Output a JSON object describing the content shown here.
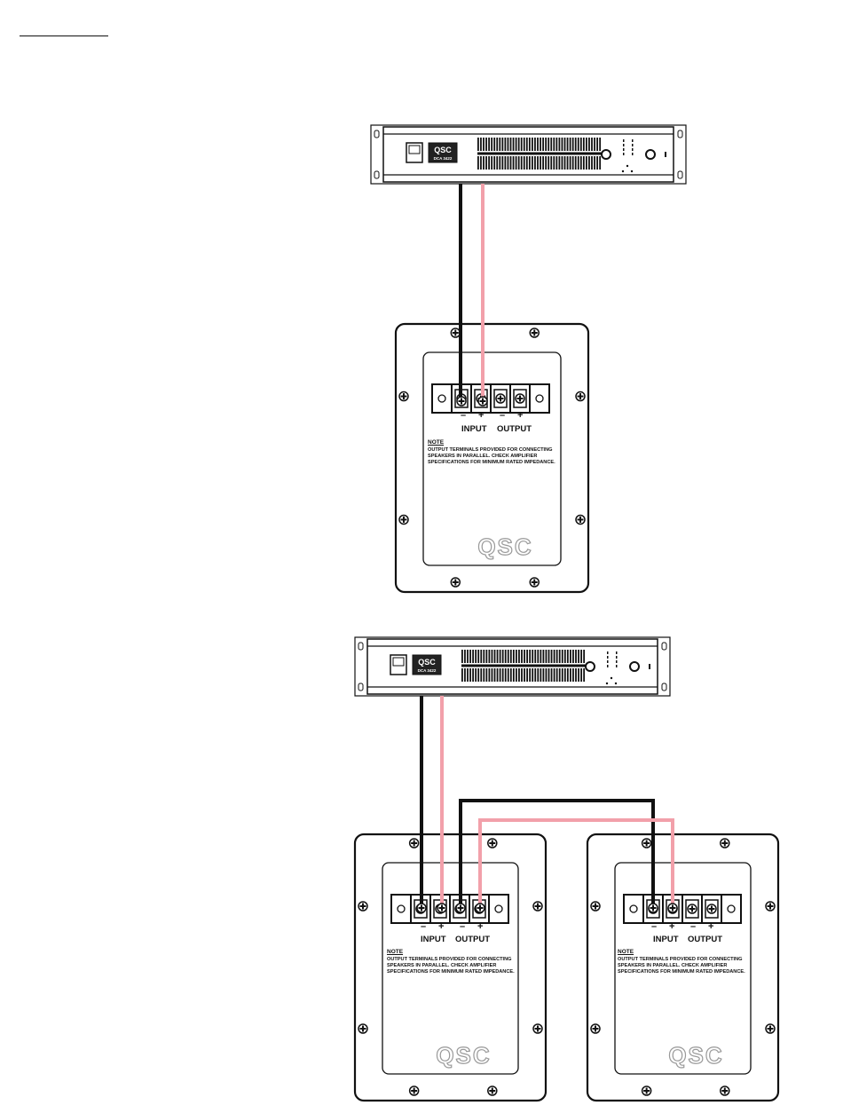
{
  "header": {
    "rule": ""
  },
  "amp_logo": "QSC",
  "amp_model": "DCA 3422",
  "terminal": {
    "minus": "–",
    "plus": "+",
    "input_label": "INPUT",
    "output_label": "OUTPUT"
  },
  "note": {
    "heading": "NOTE",
    "body": "OUTPUT TERMINALS PROVIDED FOR CONNECTING SPEAKERS IN PARALLEL.  CHECK AMPLIFIER SPECIFICATIONS FOR MINIMUM RATED IMPEDANCE."
  },
  "speaker_logo": "QSC",
  "colors": {
    "negative_wire": "#111111",
    "positive_wire": "#f2a0aa",
    "line": "#111111",
    "grille": "#111111"
  }
}
